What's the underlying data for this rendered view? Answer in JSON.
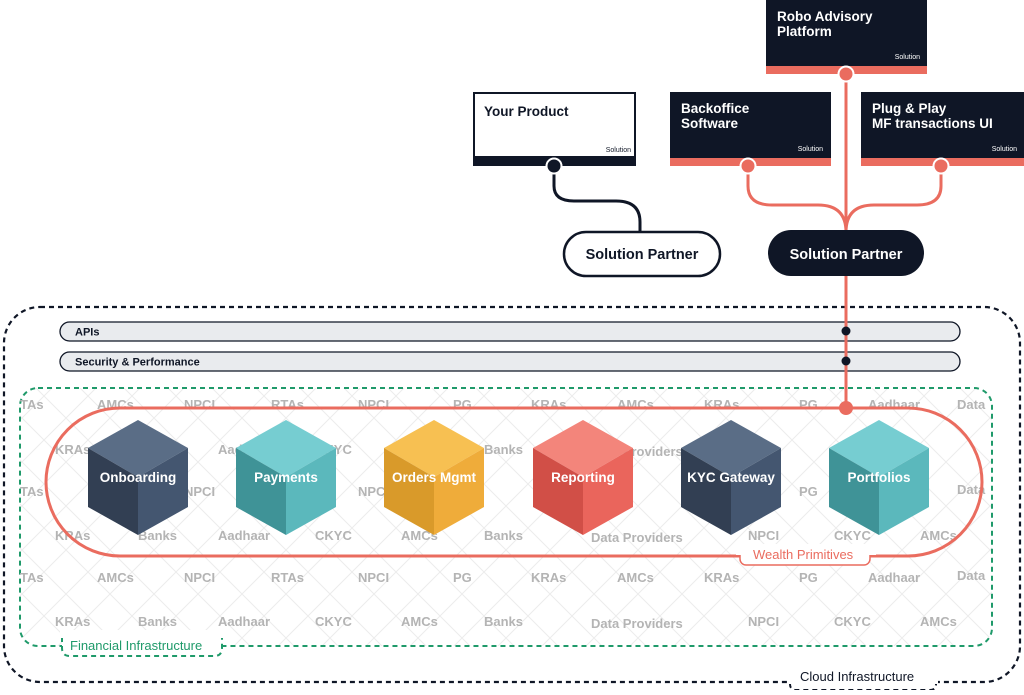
{
  "colors": {
    "navy": "#0f1626",
    "coral": "#ea6c5f",
    "green": "#1f9a6a",
    "bar_fill": "#e9ebee",
    "bg_label": "#b4b4b4",
    "cube_navy": "#435670",
    "cube_teal": "#63bfc3",
    "cube_gold": "#f3b33f",
    "cube_coral": "#ee6c62"
  },
  "solutions": {
    "robo": {
      "line1": "Robo Advisory",
      "line2": "Platform",
      "tag": "Solution"
    },
    "backoffice": {
      "line1": "Backoffice",
      "line2": "Software",
      "tag": "Solution"
    },
    "plugplay": {
      "line1": "Plug & Play",
      "line2": "MF transactions UI",
      "tag": "Solution"
    },
    "your_product": {
      "line1": "Your Product",
      "tag": "Solution"
    }
  },
  "partners": {
    "left": "Solution Partner",
    "right": "Solution Partner"
  },
  "layers": {
    "apis": "APIs",
    "security": "Security & Performance",
    "cloud": "Cloud Infrastructure",
    "financial": "Financial Infrastructure",
    "wealth": "Wealth Primitives"
  },
  "primitives": [
    {
      "label": "Onboarding",
      "color": "navy"
    },
    {
      "label": "Payments",
      "color": "teal"
    },
    {
      "label": "Orders Mgmt",
      "color": "gold"
    },
    {
      "label": "Reporting",
      "color": "coral"
    },
    {
      "label": "KYC Gateway",
      "color": "navy"
    },
    {
      "label": "Portfolios",
      "color": "teal"
    }
  ],
  "financial_entities": {
    "row1": [
      "TAs",
      "AMCs",
      "NPCI",
      "RTAs",
      "NPCI",
      "PG",
      "KRAs",
      "AMCs",
      "KRAs",
      "PG",
      "Aadhaar",
      "Data"
    ],
    "row2": [
      "KRAs",
      "Aadhaar",
      "CKYC",
      "Banks",
      "Data Providers"
    ],
    "row3": [
      "TAs",
      "NPCI",
      "NPCI",
      "PG",
      "Data"
    ],
    "row4": [
      "KRAs",
      "Banks",
      "Aadhaar",
      "CKYC",
      "AMCs",
      "Banks",
      "Data Providers",
      "NPCI",
      "CKYC",
      "AMCs"
    ],
    "row5": [
      "TAs",
      "AMCs",
      "NPCI",
      "RTAs",
      "NPCI",
      "PG",
      "KRAs",
      "AMCs",
      "KRAs",
      "PG",
      "Aadhaar",
      "Data"
    ],
    "row6": [
      "KRAs",
      "Banks",
      "Aadhaar",
      "CKYC",
      "AMCs",
      "Banks",
      "Data Providers",
      "NPCI",
      "CKYC",
      "AMCs"
    ]
  }
}
